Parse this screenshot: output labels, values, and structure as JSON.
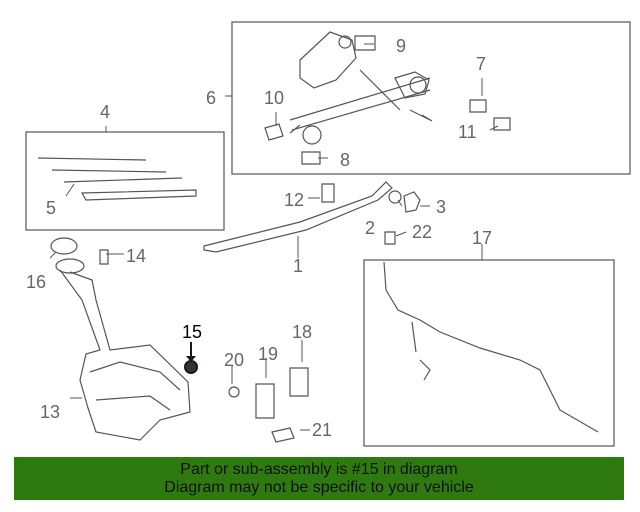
{
  "callouts": [
    {
      "id": "1",
      "label": "1"
    },
    {
      "id": "2",
      "label": "2"
    },
    {
      "id": "3",
      "label": "3"
    },
    {
      "id": "4",
      "label": "4"
    },
    {
      "id": "5",
      "label": "5"
    },
    {
      "id": "6",
      "label": "6"
    },
    {
      "id": "7",
      "label": "7"
    },
    {
      "id": "8",
      "label": "8"
    },
    {
      "id": "9",
      "label": "9"
    },
    {
      "id": "10",
      "label": "10"
    },
    {
      "id": "11",
      "label": "11"
    },
    {
      "id": "12",
      "label": "12"
    },
    {
      "id": "13",
      "label": "13"
    },
    {
      "id": "14",
      "label": "14"
    },
    {
      "id": "15",
      "label": "15"
    },
    {
      "id": "16",
      "label": "16"
    },
    {
      "id": "17",
      "label": "17"
    },
    {
      "id": "18",
      "label": "18"
    },
    {
      "id": "19",
      "label": "19"
    },
    {
      "id": "20",
      "label": "20"
    },
    {
      "id": "21",
      "label": "21"
    },
    {
      "id": "22",
      "label": "22"
    }
  ],
  "highlighted_part": "15",
  "banner": {
    "line1": "Part or sub-assembly is #15 in diagram",
    "line2": "Diagram may not be specific to your vehicle"
  },
  "colors": {
    "banner_bg": "#2f7a10",
    "line": "#555555",
    "highlight": "#1a1a1a"
  }
}
